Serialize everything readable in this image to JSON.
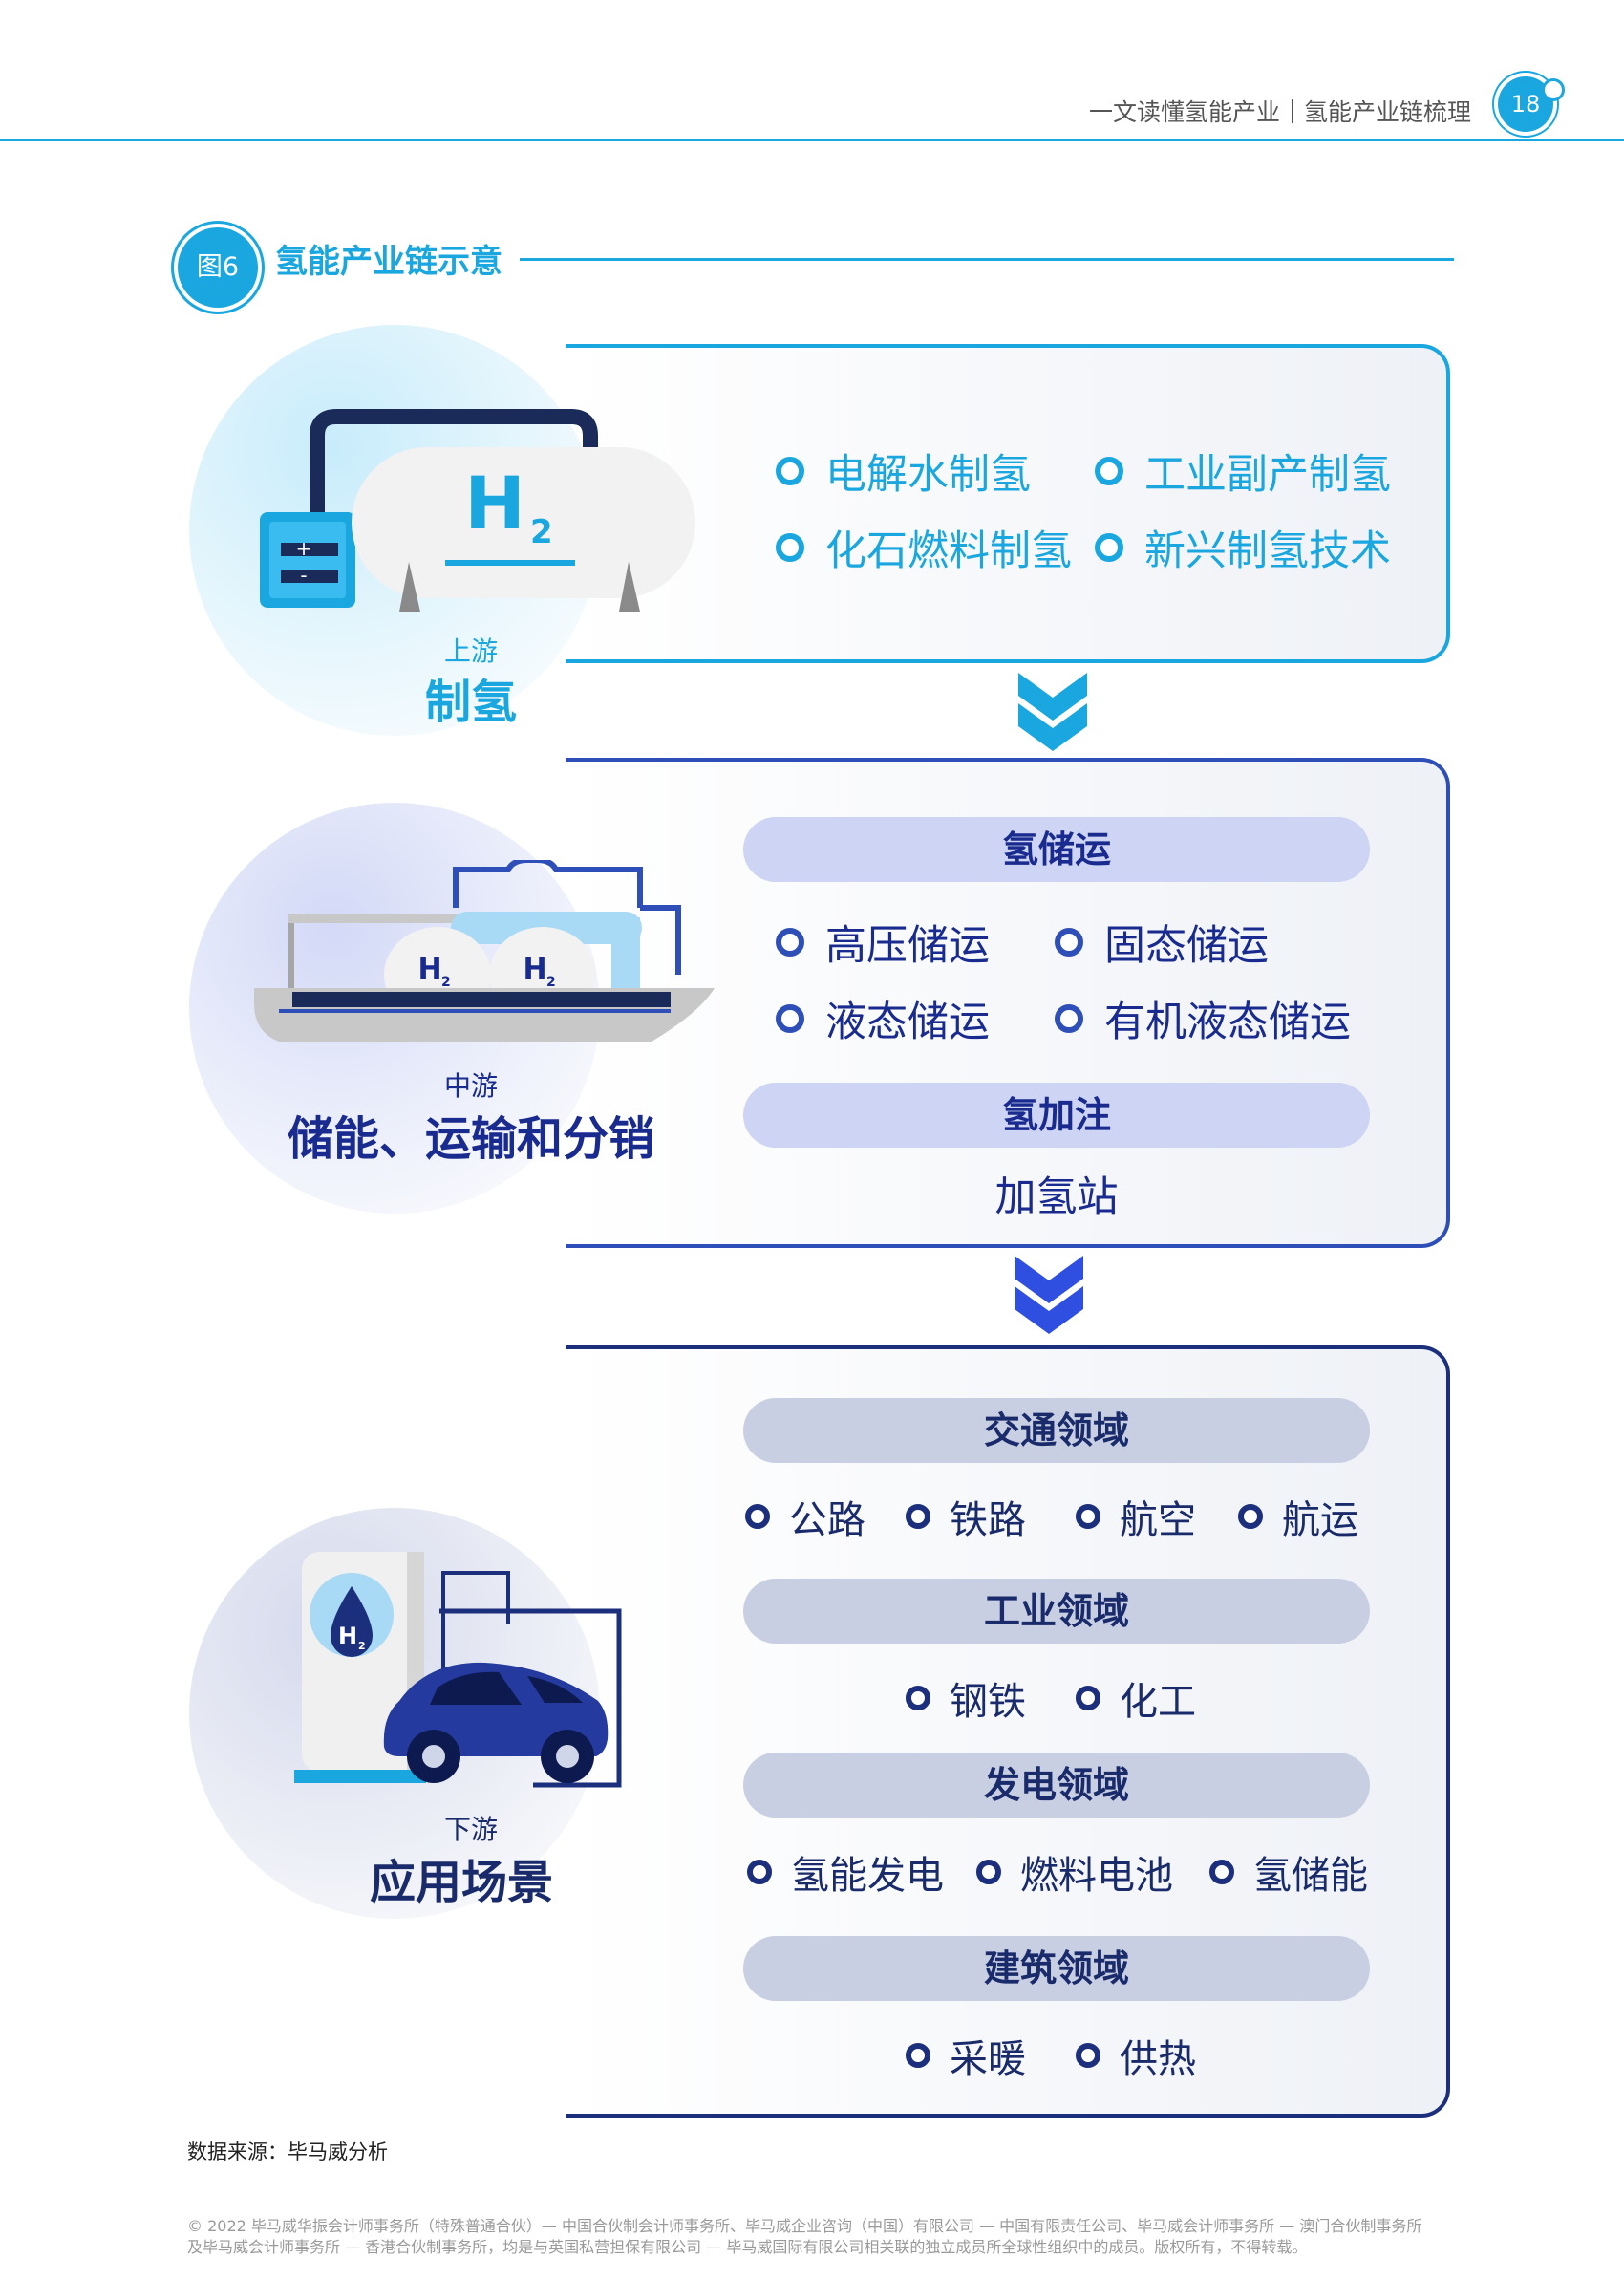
{
  "header": {
    "title": "一文读懂氢能产业｜氢能产业链梳理",
    "page_number": "18"
  },
  "figure": {
    "badge": "图6",
    "title": "氢能产业链示意"
  },
  "upstream": {
    "stage": "上游",
    "name": "制氢",
    "items": [
      "电解水制氢",
      "工业副产制氢",
      "化石燃料制氢",
      "新兴制氢技术"
    ]
  },
  "midstream": {
    "stage": "中游",
    "name": "储能、运输和分销",
    "groups": [
      {
        "title": "氢储运",
        "items": [
          "高压储运",
          "固态储运",
          "液态储运",
          "有机液态储运"
        ]
      },
      {
        "title": "氢加注",
        "text": "加氢站"
      }
    ]
  },
  "downstream": {
    "stage": "下游",
    "name": "应用场景",
    "groups": [
      {
        "title": "交通领域",
        "items": [
          "公路",
          "铁路",
          "航空",
          "航运"
        ]
      },
      {
        "title": "工业领域",
        "items": [
          "钢铁",
          "化工"
        ]
      },
      {
        "title": "发电领域",
        "items": [
          "氢能发电",
          "燃料电池",
          "氢储能"
        ]
      },
      {
        "title": "建筑领域",
        "items": [
          "采暖",
          "供热"
        ]
      }
    ]
  },
  "icons": {
    "hydrogen_label": "H",
    "hydrogen_subscript": "2",
    "battery_plus": "+",
    "battery_minus": "-"
  },
  "colors": {
    "upstream": "#1aa7e0",
    "midstream": "#2e4fb8",
    "downstream": "#1c2f7c"
  },
  "footer": {
    "source": "数据来源：毕马威分析",
    "copyright_line1": "© 2022 毕马威华振会计师事务所（特殊普通合伙）— 中国合伙制会计师事务所、毕马威企业咨询（中国）有限公司 — 中国有限责任公司、毕马威会计师事务所 — 澳门合伙制事务所",
    "copyright_line2": "及毕马威会计师事务所 — 香港合伙制事务所，均是与英国私营担保有限公司 — 毕马威国际有限公司相关联的独立成员所全球性组织中的成员。版权所有，不得转载。"
  }
}
